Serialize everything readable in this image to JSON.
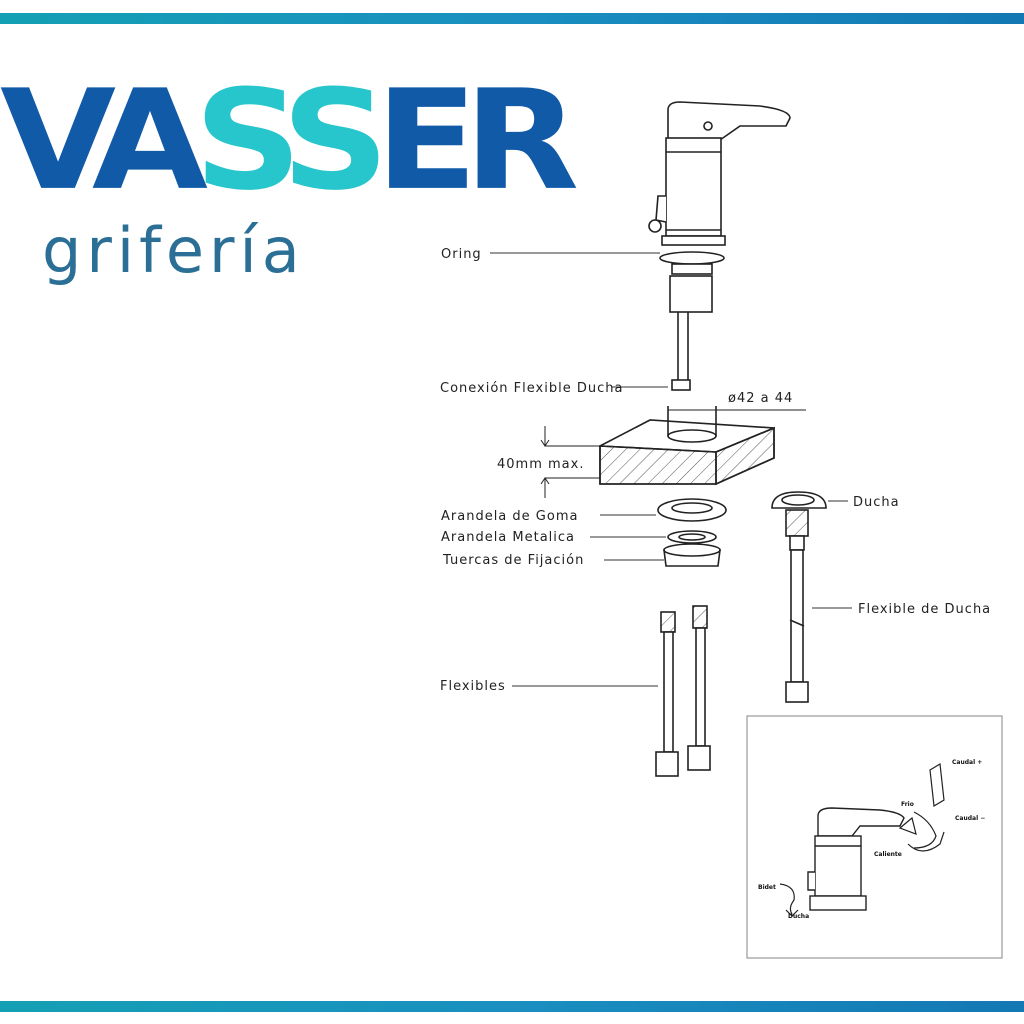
{
  "brand": {
    "name_part1": "VA",
    "name_part2": "SS",
    "name_part3": "ER",
    "tagline": "grifería",
    "colors": {
      "dark": "#115aa8",
      "teal": "#27c6cc",
      "bar": "#1a8fc0"
    }
  },
  "diagram": {
    "labels": {
      "oring": "Oring",
      "conexion": "Conexión Flexible Ducha",
      "diameter": "ø42 a 44",
      "depth": "40mm max.",
      "arandela_goma": "Arandela de Goma",
      "arandela_metalica": "Arandela Metalica",
      "tuercas": "Tuercas de Fijación",
      "ducha": "Ducha",
      "flexible_ducha": "Flexible de Ducha",
      "flexibles": "Flexibles"
    },
    "inset": {
      "caudal_plus": "Caudal +",
      "caudal_minus": "Caudal −",
      "frio": "Frio",
      "caliente": "Caliente",
      "bidet": "Bidet",
      "ducha": "Ducha"
    }
  }
}
